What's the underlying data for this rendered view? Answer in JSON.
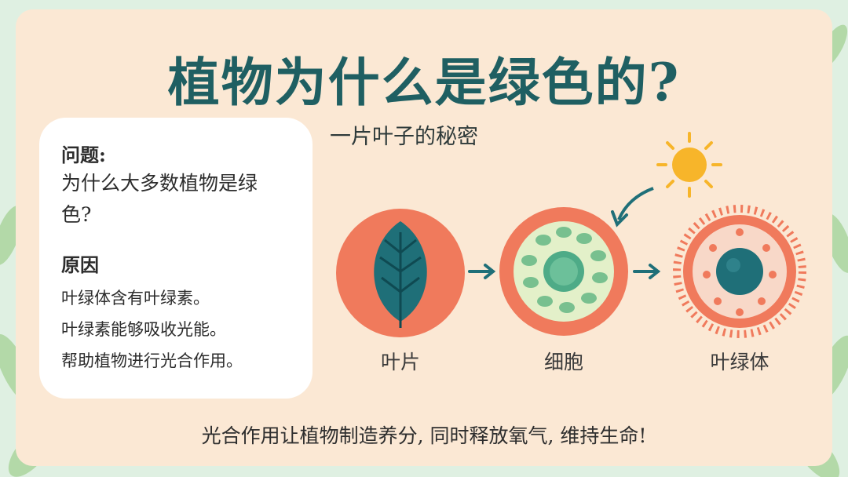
{
  "title": "植物为什么是绿色的?",
  "subtitle": "一片叶子的秘密",
  "card": {
    "question_heading": "问题:",
    "question_line1": "为什么大多数植物是绿",
    "question_line2": "色?",
    "reason_heading": "原因",
    "reasons": [
      "叶绿体含有叶绿素。",
      "叶绿素能够吸收光能。",
      "帮助植物进行光合作用。"
    ]
  },
  "diagram": {
    "labels": [
      "叶片",
      "细胞",
      "叶绿体"
    ]
  },
  "footer": "光合作用让植物制造养分, 同时释放氧气, 维持生命!",
  "colors": {
    "title": "#1f5f62",
    "panel": "#fbe8d4",
    "circle": "#f07a5c",
    "leaf": "#1f6f78",
    "sun": "#f7b52a",
    "cell_green": "#78c08f"
  }
}
